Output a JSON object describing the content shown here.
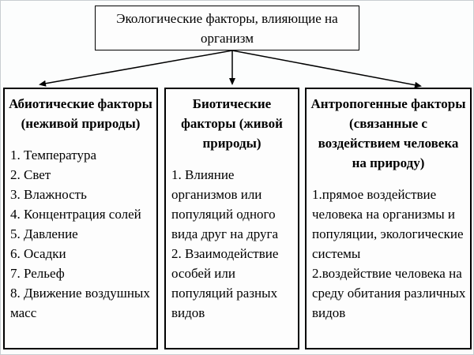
{
  "diagram": {
    "title": "Экологические факторы, влияющие на организм",
    "columns": [
      {
        "id": "abiotic",
        "header": "Абиотические факторы (неживой природы)",
        "items": [
          "1. Температура",
          "2. Свет",
          "3. Влажность",
          "4. Концентрация солей",
          "5. Давление",
          "6. Осадки",
          "7. Рельеф",
          "8. Движение воздушных масс"
        ]
      },
      {
        "id": "biotic",
        "header": "Биотические факторы (живой природы)",
        "items": [
          "1. Влияние организмов или популяций одного вида друг на друга",
          "2. Взаимодействие особей или популяций разных видов"
        ]
      },
      {
        "id": "anthropogenic",
        "header": "Антропогенные факторы (связанные с воздействием человека на природу)",
        "items": [
          "1.прямое воздействие человека на организмы и популяции, экологические системы",
          "2.воздействие человека на среду обитания различных видов"
        ]
      }
    ],
    "colors": {
      "line": "#000000",
      "text": "#000000",
      "background": "#fdfdfd",
      "outer_frame": "#c9ced1"
    }
  }
}
